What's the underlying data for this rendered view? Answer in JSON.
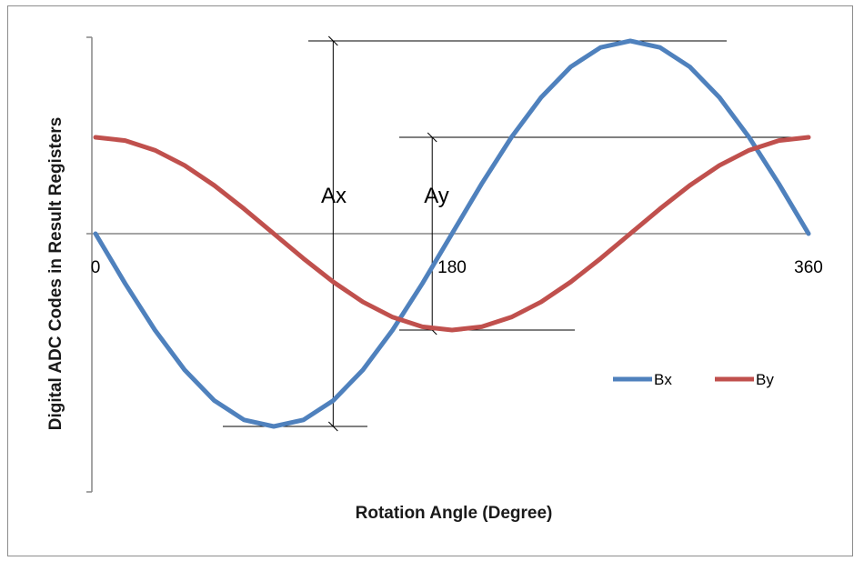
{
  "chart_data": {
    "type": "line",
    "title": "",
    "xlabel": "Rotation Angle (Degree)",
    "ylabel": "Digital ADC Codes in Result Registers",
    "xlim": [
      0,
      360
    ],
    "ylim": [
      -1.35,
      1.0
    ],
    "x_ticks": [
      {
        "value": 0,
        "label": "0"
      },
      {
        "value": 180,
        "label": "180"
      },
      {
        "value": 360,
        "label": "360"
      }
    ],
    "grid": false,
    "legend_position": "right",
    "x": [
      0,
      15,
      30,
      45,
      60,
      75,
      90,
      105,
      120,
      135,
      150,
      165,
      180,
      195,
      210,
      225,
      240,
      255,
      270,
      285,
      300,
      315,
      330,
      345,
      360
    ],
    "series": [
      {
        "name": "Bx",
        "color": "#4f81bd",
        "values": [
          0,
          -0.259,
          -0.5,
          -0.707,
          -0.866,
          -0.966,
          -1.0,
          -0.966,
          -0.866,
          -0.707,
          -0.5,
          -0.259,
          0,
          0.259,
          0.5,
          0.707,
          0.866,
          0.966,
          1.0,
          0.966,
          0.866,
          0.707,
          0.5,
          0.259,
          0
        ]
      },
      {
        "name": "By",
        "color": "#c0504d",
        "values": [
          0.5,
          0.483,
          0.433,
          0.354,
          0.25,
          0.129,
          0,
          -0.129,
          -0.25,
          -0.354,
          -0.433,
          -0.483,
          -0.5,
          -0.483,
          -0.433,
          -0.354,
          -0.25,
          -0.129,
          0,
          0.129,
          0.25,
          0.354,
          0.433,
          0.483,
          0.5
        ]
      }
    ],
    "annotations": [
      {
        "label": "Ax",
        "x": 120,
        "from": -1.0,
        "to": 1.0
      },
      {
        "label": "Ay",
        "x": 170,
        "from": -0.5,
        "to": 0.5
      }
    ]
  }
}
